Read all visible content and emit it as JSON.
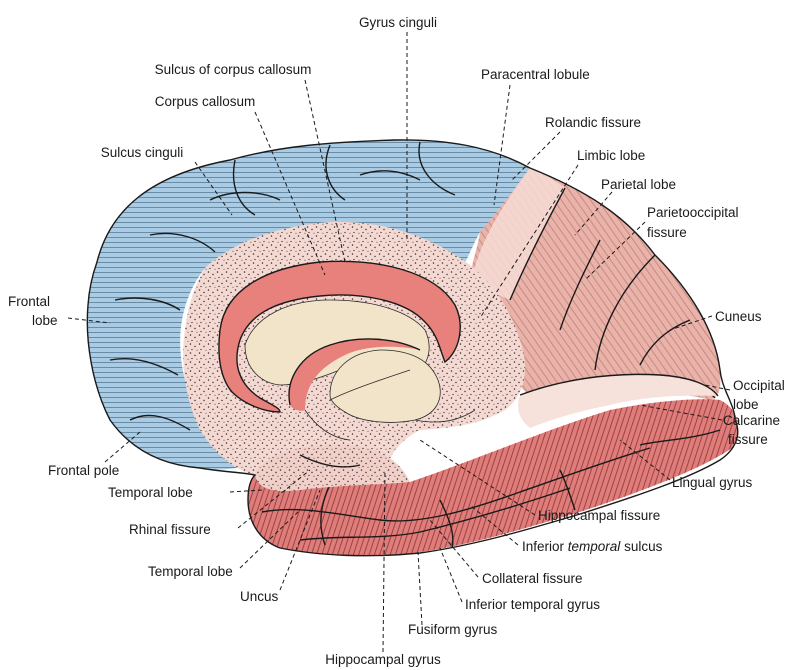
{
  "colors": {
    "frontal_blue": "#a9cbe3",
    "limbic_pink": "#f3d9d2",
    "parietal_pink": "#eab2a8",
    "inferior_red": "#e07c7a",
    "callosum_red": "#e8807c",
    "ventricle_cream": "#f2e4c9",
    "stipple": "#3a2a2a",
    "line": "#1a1a1a"
  },
  "labels": {
    "gyrus_cinguli": "Gyrus cinguli",
    "sulcus_corpus_callosum": "Sulcus of corpus callosum",
    "paracentral_lobule": "Paracentral lobule",
    "corpus_callosum": "Corpus callosum",
    "rolandic_fissure": "Rolandic fissure",
    "sulcus_cinguli": "Sulcus cinguli",
    "limbic_lobe": "Limbic lobe",
    "parietal_lobe": "Parietal lobe",
    "parietooccipital_1": "Parietooccipital",
    "parietooccipital_2": "fissure",
    "frontal_lobe_1": "Frontal",
    "frontal_lobe_2": "lobe",
    "cuneus": "Cuneus",
    "occipital_lobe_1": "Occipital",
    "occipital_lobe_2": "lobe",
    "calcarine_1": "Calcarine",
    "calcarine_2": "fissure",
    "frontal_pole": "Frontal pole",
    "lingual_gyrus": "Lingual gyrus",
    "temporal_lobe_upper": "Temporal lobe",
    "hippocampal_fissure": "Hippocampal fissure",
    "rhinal_fissure": "Rhinal fissure",
    "inferior_temporal_sulcus_a": "Inferior ",
    "inferior_temporal_sulcus_b": "temporal",
    "inferior_temporal_sulcus_c": " sulcus",
    "temporal_lobe_lower": "Temporal lobe",
    "collateral_fissure": "Collateral fissure",
    "uncus": "Uncus",
    "inferior_temporal_gyrus": "Inferior temporal gyrus",
    "fusiform_gyrus": "Fusiform gyrus",
    "hippocampal_gyrus": "Hippocampal gyrus"
  }
}
